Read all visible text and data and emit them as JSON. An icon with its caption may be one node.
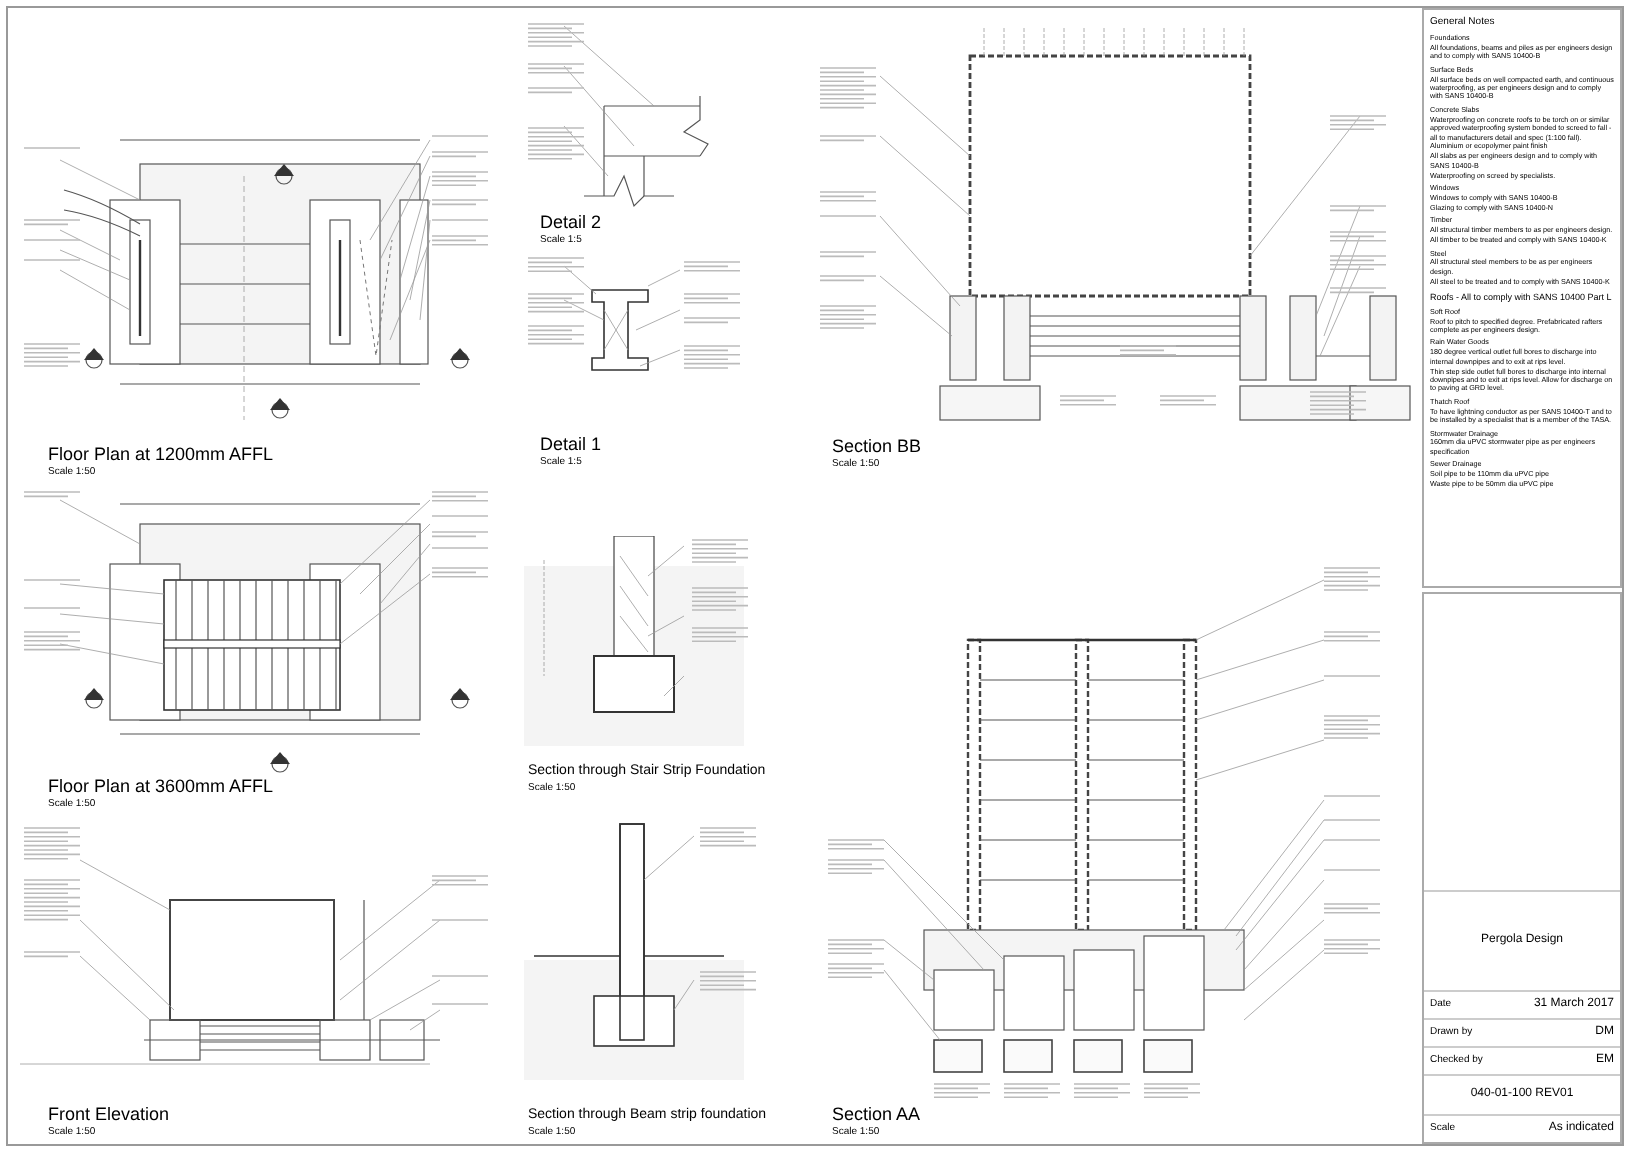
{
  "diagram": {
    "nodes": [
      {
        "text": [
          "Floor Plan at 1200mm AFFL",
          "Scale 1:50"
        ]
      },
      {
        "text": [
          "Floor Plan at 3600mm AFFL",
          "Scale 1:50"
        ]
      },
      {
        "text": [
          "Front Elevation",
          "Scale 1:50"
        ]
      },
      {
        "text": [
          "Detail 2",
          "Scale 1:5"
        ]
      },
      {
        "text": [
          "Detail 1",
          "Scale 1:5"
        ]
      },
      {
        "text": [
          "Section BB",
          "Scale 1:50"
        ]
      },
      {
        "text": [
          "Section through Stair Strip Foundation",
          "Scale 1:50"
        ]
      },
      {
        "text": [
          "Section through Beam strip foundation",
          "Scale 1:50"
        ]
      },
      {
        "text": [
          "Section AA",
          "Scale 1:50"
        ]
      },
      {
        "text": [
          "General Notes",
          "Foundations",
          "All foundations, beams and piles as per engineers design and to comply with SANS 10400-B",
          "Surface Beds",
          "All surface beds on well compacted earth, and continuous waterproofing, as per engineers design and to comply with SANS 10400-B",
          "Concrete Slabs",
          "Waterproofing on concrete roofs to be torch on or similar approved waterproofing system bonded to screed to fall - all to manufacturers detail and spec (1:100 fall).",
          "Aluminium or ecopolymer paint finish",
          "All slabs as per engineers design and to comply with SANS 10400-B",
          "Waterproofing on screed by specialists.",
          "Windows",
          "Windows to comply with SANS 10400-B",
          "Glazing to comply with SANS 10400-N",
          "Timber",
          "All structural timber members to as per engineers design.",
          "All timber to be treated and comply with SANS 10400-K",
          "Steel",
          "All structural steel members to be as per engineers design.",
          "All steel to be treated and to comply with SANS 10400-K",
          "Roofs - All to comply with SANS 10400 Part L",
          "Soft Roof",
          "Roof to pitch to specified degree. Prefabricated rafters complete as per engineers design.",
          "Rain Water Goods",
          "180 degree vertical outlet full bores to discharge into internal downpipes and to exit at rips level.",
          "Thin step side outlet full bores to discharge into internal downpipes and to exit at rips level. Allow for discharge on to paving at GRD level.",
          "Thatch Roof",
          "To have lightning conductor as per SANS 10400-T and to be installed by a specialist that is a member of the TASA.",
          "Stormwater Drainage",
          "160mm dia uPVC stormwater pipe as per engineers specification",
          "Sewer Drainage",
          "Soil pipe to be 110mm dia uPVC pipe",
          "Waste pipe to be 50mm dia uPVC pipe"
        ]
      },
      {
        "text": [
          "Pergola Design",
          "Date",
          "31 March 2017",
          "Drawn by",
          "DM",
          "Checked by",
          "EM",
          "040-01-100 REV01",
          "Scale",
          "As indicated"
        ]
      }
    ]
  }
}
